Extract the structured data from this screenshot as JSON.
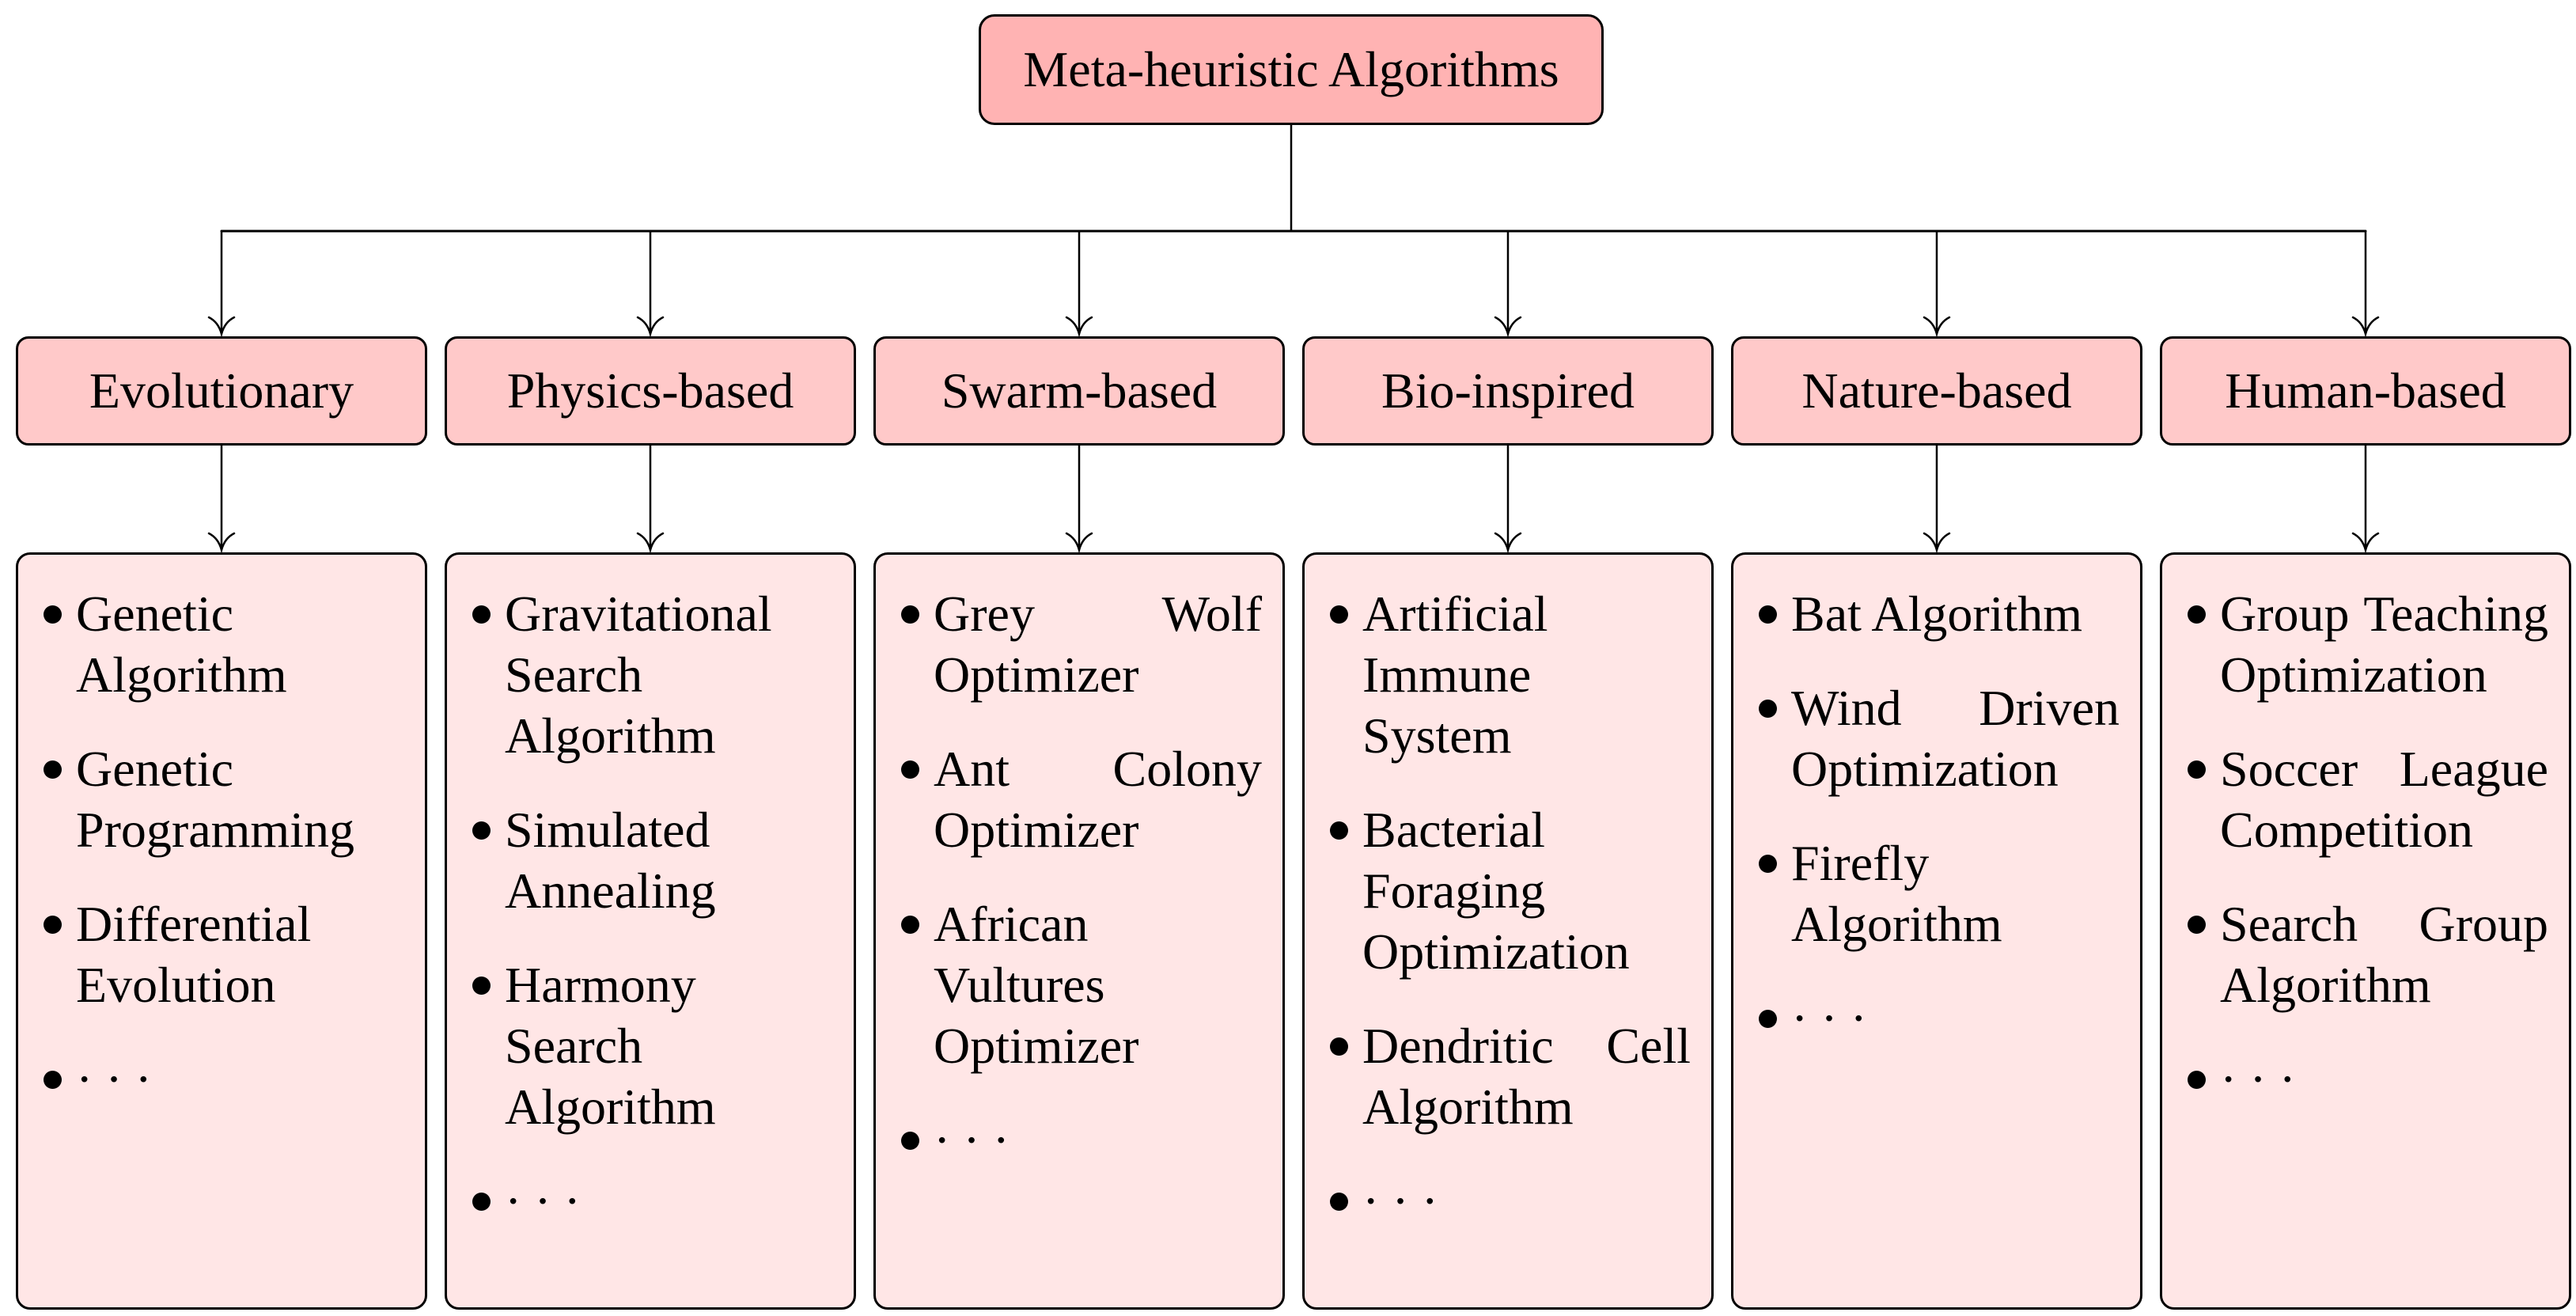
{
  "diagram": {
    "root": {
      "label": "Meta-heuristic Algorithms"
    },
    "columns": [
      {
        "label": "Evolutionary",
        "items": [
          "Genetic Algorithm",
          "Genetic Programming",
          "Differential Evolution",
          "· · ·"
        ]
      },
      {
        "label": "Physics-based",
        "items": [
          "Gravitational Search Algorithm",
          "Simulated Annealing",
          "Harmony Search Algorithm",
          "· · ·"
        ]
      },
      {
        "label": "Swarm-based",
        "items": [
          "Grey Wolf Optimizer",
          "Ant Colony Optimizer",
          "African Vultures Optimizer",
          "· · ·"
        ]
      },
      {
        "label": "Bio-inspired",
        "items": [
          "Artificial Immune System",
          "Bacterial Foraging Optimization",
          "Dendritic Cell Algorithm",
          "· · ·"
        ]
      },
      {
        "label": "Nature-based",
        "items": [
          "Bat Algorithm",
          "Wind Driven Optimization",
          "Firefly Algorithm",
          "· · ·"
        ]
      },
      {
        "label": "Human-based",
        "items": [
          "Group Teaching Optimization",
          "Soccer League Competition",
          "Search Group Algorithm",
          "· · ·"
        ]
      }
    ],
    "colors": {
      "root_fill": "#ffb3b3",
      "category_fill": "#ffc9c9",
      "list_fill": "#ffe6e6",
      "border": "#000000",
      "line": "#000000"
    }
  }
}
